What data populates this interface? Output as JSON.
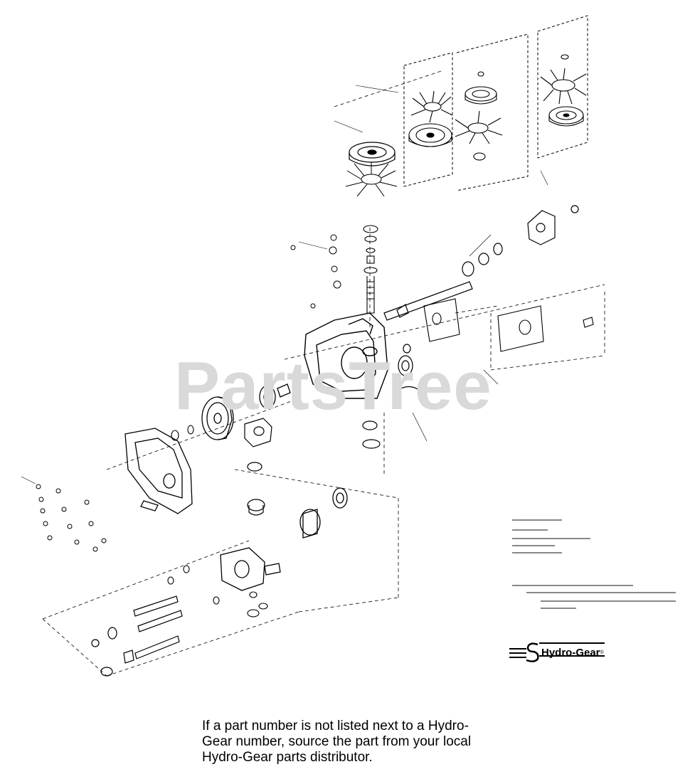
{
  "watermark": "PartsTree",
  "logo": {
    "brand": "Hydro-Gear",
    "trademark": "®"
  },
  "footnote": {
    "lines": [
      "If a part number is not listed next to a Hydro-",
      "Gear number, source the part from your local",
      "Hydro-Gear parts distributor."
    ]
  }
}
